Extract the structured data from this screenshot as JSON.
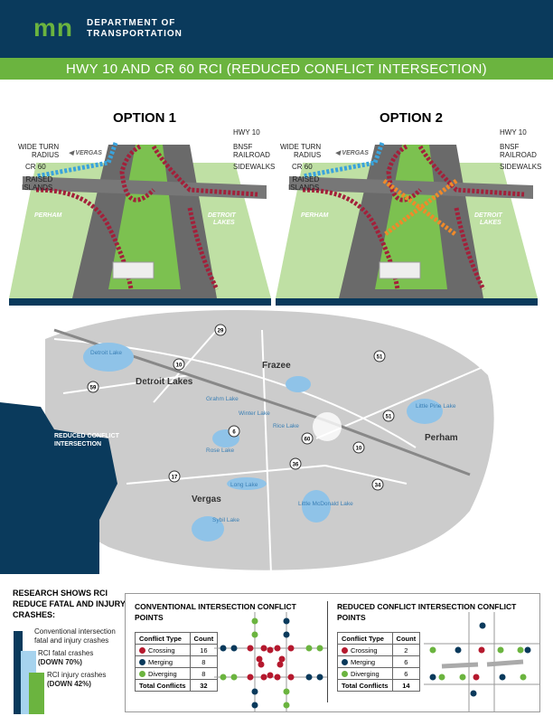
{
  "header": {
    "org_line1": "DEPARTMENT OF",
    "org_line2": "TRANSPORTATION",
    "logo_text": "mn"
  },
  "title": "HWY 10 AND CR 60 RCI (REDUCED CONFLICT INTERSECTION)",
  "options": [
    {
      "title": "OPTION 1",
      "labels": {
        "hwy10": "HWY 10",
        "bnsf": "BNSF\nRAILROAD",
        "sidewalks": "SIDEWALKS",
        "wide_turn": "WIDE TURN\nRADIUS",
        "cr60": "CR 60",
        "raised": "RAISED\nISLANDS",
        "vergas": "VERGAS",
        "perham": "PERHAM",
        "detroit": "DETROIT\nLAKES"
      }
    },
    {
      "title": "OPTION 2",
      "labels": {
        "hwy10": "HWY 10",
        "bnsf": "BNSF\nRAILROAD",
        "sidewalks": "SIDEWALKS",
        "wide_turn": "WIDE TURN\nRADIUS",
        "cr60": "CR 60",
        "raised": "RAISED\nISLANDS",
        "vergas": "VERGAS",
        "perham": "PERHAM",
        "detroit": "DETROIT\nLAKES"
      }
    }
  ],
  "map": {
    "places": [
      "Detroit Lake",
      "Detroit Lakes",
      "Frazee",
      "Grahm Lake",
      "Winter Lake",
      "Rice Lake",
      "Rose Lake",
      "Long Lake",
      "Vergas",
      "Sybil Lake",
      "Little McDonald Lake",
      "Little Pine Lake",
      "Perham"
    ],
    "routes": [
      "29",
      "10",
      "59",
      "51",
      "6",
      "60",
      "36",
      "17",
      "34",
      "51",
      "10"
    ],
    "inset_label": "REDUCED CONFLICT INTERSECTION"
  },
  "research": {
    "heading": "RESEARCH SHOWS RCI REDUCE FATAL AND INJURY CRASHES:",
    "bars": [
      {
        "label": "Conventional intersection fatal and injury crashes",
        "value": 100,
        "color": "#0a3a5c"
      },
      {
        "label": "RCI fatal crashes",
        "emph": "(DOWN 70%)",
        "value": 30,
        "color": "#a6d3ee"
      },
      {
        "label": "RCI injury crashes",
        "emph": "(DOWN 42%)",
        "value": 58,
        "color": "#6bb43f"
      }
    ]
  },
  "conventional": {
    "title": "CONVENTIONAL INTERSECTION CONFLICT POINTS",
    "headers": [
      "Conflict Type",
      "Count"
    ],
    "rows": [
      {
        "type": "Crossing",
        "count": "16",
        "color": "#b5192e"
      },
      {
        "type": "Merging",
        "count": "8",
        "color": "#0a3a5c"
      },
      {
        "type": "Diverging",
        "count": "8",
        "color": "#6bb43f"
      }
    ],
    "total_label": "Total Conflicts",
    "total": "32"
  },
  "rci": {
    "title": "REDUCED CONFLICT INTERSECTION CONFLICT POINTS",
    "headers": [
      "Conflict Type",
      "Count"
    ],
    "rows": [
      {
        "type": "Crossing",
        "count": "2",
        "color": "#b5192e"
      },
      {
        "type": "Merging",
        "count": "6",
        "color": "#0a3a5c"
      },
      {
        "type": "Diverging",
        "count": "6",
        "color": "#6bb43f"
      }
    ],
    "total_label": "Total Conflicts",
    "total": "14"
  }
}
